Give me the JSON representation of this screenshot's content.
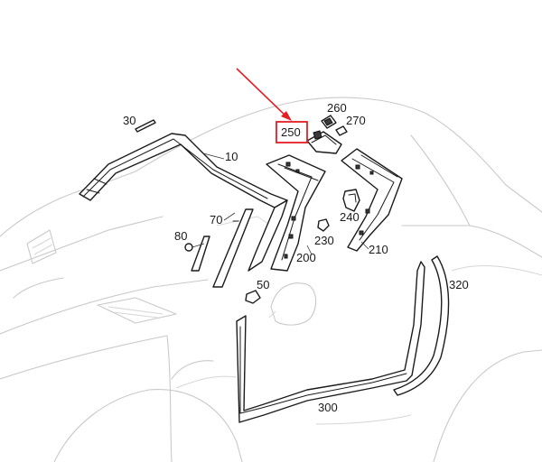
{
  "colors": {
    "highlight": "#e31e24",
    "parts": "#1b1b1b",
    "outline": "#c9c9c9",
    "background": "#ffffff"
  },
  "callouts": {
    "p10": "10",
    "p30": "30",
    "p50": "50",
    "p70": "70",
    "p80": "80",
    "p200": "200",
    "p210": "210",
    "p230": "230",
    "p240": "240",
    "p250": "250",
    "p260": "260",
    "p270": "270",
    "p300": "300",
    "p320": "320"
  },
  "highlighted_part": "250"
}
